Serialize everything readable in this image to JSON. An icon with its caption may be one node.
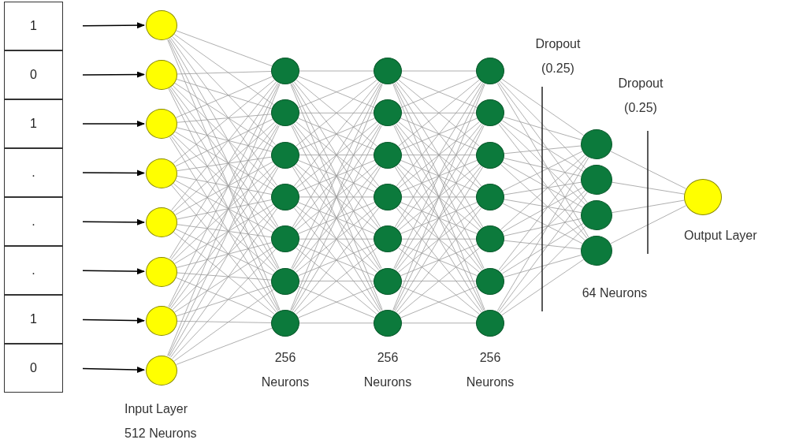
{
  "diagram": {
    "nodes": [
      {
        "text": [
          "1"
        ]
      },
      {
        "text": [
          "0"
        ]
      },
      {
        "text": [
          "1"
        ]
      },
      {
        "text": [
          "."
        ]
      },
      {
        "text": [
          "."
        ]
      },
      {
        "text": [
          "."
        ]
      },
      {
        "text": [
          "1"
        ]
      },
      {
        "text": [
          "0"
        ]
      },
      {
        "text": [],
        "shape": "circle"
      },
      {
        "text": [],
        "shape": "circle"
      },
      {
        "text": [],
        "shape": "circle"
      },
      {
        "text": [],
        "shape": "circle"
      },
      {
        "text": [],
        "shape": "circle"
      },
      {
        "text": [],
        "shape": "circle"
      },
      {
        "text": [],
        "shape": "circle"
      },
      {
        "text": [],
        "shape": "circle"
      },
      {
        "text": [],
        "shape": "circle"
      },
      {
        "text": [],
        "shape": "circle"
      },
      {
        "text": [],
        "shape": "circle"
      },
      {
        "text": [],
        "shape": "circle"
      },
      {
        "text": [],
        "shape": "circle"
      },
      {
        "text": [],
        "shape": "circle"
      },
      {
        "text": [],
        "shape": "circle"
      },
      {
        "text": [],
        "shape": "circle"
      },
      {
        "text": [],
        "shape": "circle"
      },
      {
        "text": [],
        "shape": "circle"
      },
      {
        "text": [],
        "shape": "circle"
      },
      {
        "text": [],
        "shape": "circle"
      },
      {
        "text": [],
        "shape": "circle"
      },
      {
        "text": [],
        "shape": "circle"
      },
      {
        "text": [],
        "shape": "circle"
      },
      {
        "text": [],
        "shape": "circle"
      },
      {
        "text": [],
        "shape": "circle"
      },
      {
        "text": [],
        "shape": "circle"
      },
      {
        "text": [],
        "shape": "circle"
      },
      {
        "text": [],
        "shape": "circle"
      },
      {
        "text": [],
        "shape": "circle"
      },
      {
        "text": [],
        "shape": "circle"
      },
      {
        "text": [],
        "shape": "circle"
      },
      {
        "text": [],
        "shape": "circle"
      },
      {
        "text": [],
        "shape": "circle"
      },
      {
        "text": [],
        "shape": "circle",
        "beside": [
          "Output Layer"
        ]
      }
    ],
    "edges": [
      {
        "from": 0,
        "to": 8,
        "arrow": "to",
        "color": "#000000"
      },
      {
        "from": 1,
        "to": 9,
        "arrow": "to",
        "color": "#000000"
      },
      {
        "from": 2,
        "to": 10,
        "arrow": "to",
        "color": "#000000"
      },
      {
        "from": 3,
        "to": 11,
        "arrow": "to",
        "color": "#000000"
      },
      {
        "from": 4,
        "to": 12,
        "arrow": "to",
        "color": "#000000"
      },
      {
        "from": 5,
        "to": 13,
        "arrow": "to",
        "color": "#000000"
      },
      {
        "from": 6,
        "to": 14,
        "arrow": "to",
        "color": "#000000"
      },
      {
        "from": 7,
        "to": 15,
        "arrow": "to",
        "color": "#000000"
      },
      {
        "from": 8,
        "to": 16,
        "arrow": "none"
      },
      {
        "from": 8,
        "to": 17,
        "arrow": "none"
      },
      {
        "from": 8,
        "to": 18,
        "arrow": "none"
      },
      {
        "from": 8,
        "to": 19,
        "arrow": "none"
      },
      {
        "from": 8,
        "to": 20,
        "arrow": "none"
      },
      {
        "from": 8,
        "to": 21,
        "arrow": "none"
      },
      {
        "from": 8,
        "to": 22,
        "arrow": "none"
      },
      {
        "from": 9,
        "to": 16,
        "arrow": "none"
      },
      {
        "from": 9,
        "to": 17,
        "arrow": "none"
      },
      {
        "from": 9,
        "to": 18,
        "arrow": "none"
      },
      {
        "from": 9,
        "to": 19,
        "arrow": "none"
      },
      {
        "from": 9,
        "to": 20,
        "arrow": "none"
      },
      {
        "from": 9,
        "to": 21,
        "arrow": "none"
      },
      {
        "from": 9,
        "to": 22,
        "arrow": "none"
      },
      {
        "from": 10,
        "to": 16,
        "arrow": "none"
      },
      {
        "from": 10,
        "to": 17,
        "arrow": "none"
      },
      {
        "from": 10,
        "to": 18,
        "arrow": "none"
      },
      {
        "from": 10,
        "to": 19,
        "arrow": "none"
      },
      {
        "from": 10,
        "to": 20,
        "arrow": "none"
      },
      {
        "from": 10,
        "to": 21,
        "arrow": "none"
      },
      {
        "from": 10,
        "to": 22,
        "arrow": "none"
      },
      {
        "from": 11,
        "to": 16,
        "arrow": "none"
      },
      {
        "from": 11,
        "to": 17,
        "arrow": "none"
      },
      {
        "from": 11,
        "to": 18,
        "arrow": "none"
      },
      {
        "from": 11,
        "to": 19,
        "arrow": "none"
      },
      {
        "from": 11,
        "to": 20,
        "arrow": "none"
      },
      {
        "from": 11,
        "to": 21,
        "arrow": "none"
      },
      {
        "from": 11,
        "to": 22,
        "arrow": "none"
      },
      {
        "from": 12,
        "to": 16,
        "arrow": "none"
      },
      {
        "from": 12,
        "to": 17,
        "arrow": "none"
      },
      {
        "from": 12,
        "to": 18,
        "arrow": "none"
      },
      {
        "from": 12,
        "to": 19,
        "arrow": "none"
      },
      {
        "from": 12,
        "to": 20,
        "arrow": "none"
      },
      {
        "from": 12,
        "to": 21,
        "arrow": "none"
      },
      {
        "from": 12,
        "to": 22,
        "arrow": "none"
      },
      {
        "from": 13,
        "to": 16,
        "arrow": "none"
      },
      {
        "from": 13,
        "to": 17,
        "arrow": "none"
      },
      {
        "from": 13,
        "to": 18,
        "arrow": "none"
      },
      {
        "from": 13,
        "to": 19,
        "arrow": "none"
      },
      {
        "from": 13,
        "to": 20,
        "arrow": "none"
      },
      {
        "from": 13,
        "to": 21,
        "arrow": "none"
      },
      {
        "from": 13,
        "to": 22,
        "arrow": "none"
      },
      {
        "from": 14,
        "to": 16,
        "arrow": "none"
      },
      {
        "from": 14,
        "to": 17,
        "arrow": "none"
      },
      {
        "from": 14,
        "to": 18,
        "arrow": "none"
      },
      {
        "from": 14,
        "to": 19,
        "arrow": "none"
      },
      {
        "from": 14,
        "to": 20,
        "arrow": "none"
      },
      {
        "from": 14,
        "to": 21,
        "arrow": "none"
      },
      {
        "from": 14,
        "to": 22,
        "arrow": "none"
      },
      {
        "from": 15,
        "to": 16,
        "arrow": "none"
      },
      {
        "from": 15,
        "to": 17,
        "arrow": "none"
      },
      {
        "from": 15,
        "to": 18,
        "arrow": "none"
      },
      {
        "from": 15,
        "to": 19,
        "arrow": "none"
      },
      {
        "from": 15,
        "to": 20,
        "arrow": "none"
      },
      {
        "from": 15,
        "to": 21,
        "arrow": "none"
      },
      {
        "from": 15,
        "to": 22,
        "arrow": "none"
      },
      {
        "from": 16,
        "to": 23,
        "arrow": "none"
      },
      {
        "from": 16,
        "to": 24,
        "arrow": "none"
      },
      {
        "from": 16,
        "to": 25,
        "arrow": "none"
      },
      {
        "from": 16,
        "to": 26,
        "arrow": "none"
      },
      {
        "from": 16,
        "to": 27,
        "arrow": "none"
      },
      {
        "from": 16,
        "to": 28,
        "arrow": "none"
      },
      {
        "from": 16,
        "to": 29,
        "arrow": "none"
      },
      {
        "from": 17,
        "to": 23,
        "arrow": "none"
      },
      {
        "from": 17,
        "to": 24,
        "arrow": "none"
      },
      {
        "from": 17,
        "to": 25,
        "arrow": "none"
      },
      {
        "from": 17,
        "to": 26,
        "arrow": "none"
      },
      {
        "from": 17,
        "to": 27,
        "arrow": "none"
      },
      {
        "from": 17,
        "to": 28,
        "arrow": "none"
      },
      {
        "from": 17,
        "to": 29,
        "arrow": "none"
      },
      {
        "from": 18,
        "to": 23,
        "arrow": "none"
      },
      {
        "from": 18,
        "to": 24,
        "arrow": "none"
      },
      {
        "from": 18,
        "to": 25,
        "arrow": "none"
      },
      {
        "from": 18,
        "to": 26,
        "arrow": "none"
      },
      {
        "from": 18,
        "to": 27,
        "arrow": "none"
      },
      {
        "from": 18,
        "to": 28,
        "arrow": "none"
      },
      {
        "from": 18,
        "to": 29,
        "arrow": "none"
      },
      {
        "from": 19,
        "to": 23,
        "arrow": "none"
      },
      {
        "from": 19,
        "to": 24,
        "arrow": "none"
      },
      {
        "from": 19,
        "to": 25,
        "arrow": "none"
      },
      {
        "from": 19,
        "to": 26,
        "arrow": "none"
      },
      {
        "from": 19,
        "to": 27,
        "arrow": "none"
      },
      {
        "from": 19,
        "to": 28,
        "arrow": "none"
      },
      {
        "from": 19,
        "to": 29,
        "arrow": "none"
      },
      {
        "from": 20,
        "to": 23,
        "arrow": "none"
      },
      {
        "from": 20,
        "to": 24,
        "arrow": "none"
      },
      {
        "from": 20,
        "to": 25,
        "arrow": "none"
      },
      {
        "from": 20,
        "to": 26,
        "arrow": "none"
      },
      {
        "from": 20,
        "to": 27,
        "arrow": "none"
      },
      {
        "from": 20,
        "to": 28,
        "arrow": "none"
      },
      {
        "from": 20,
        "to": 29,
        "arrow": "none"
      },
      {
        "from": 21,
        "to": 23,
        "arrow": "none"
      },
      {
        "from": 21,
        "to": 24,
        "arrow": "none"
      },
      {
        "from": 21,
        "to": 25,
        "arrow": "none"
      },
      {
        "from": 21,
        "to": 26,
        "arrow": "none"
      },
      {
        "from": 21,
        "to": 27,
        "arrow": "none"
      },
      {
        "from": 21,
        "to": 28,
        "arrow": "none"
      },
      {
        "from": 21,
        "to": 29,
        "arrow": "none"
      },
      {
        "from": 22,
        "to": 23,
        "arrow": "none"
      },
      {
        "from": 22,
        "to": 24,
        "arrow": "none"
      },
      {
        "from": 22,
        "to": 25,
        "arrow": "none"
      },
      {
        "from": 22,
        "to": 26,
        "arrow": "none"
      },
      {
        "from": 22,
        "to": 27,
        "arrow": "none"
      },
      {
        "from": 22,
        "to": 28,
        "arrow": "none"
      },
      {
        "from": 22,
        "to": 29,
        "arrow": "none"
      },
      {
        "from": 23,
        "to": 30,
        "arrow": "none"
      },
      {
        "from": 23,
        "to": 31,
        "arrow": "none"
      },
      {
        "from": 23,
        "to": 32,
        "arrow": "none"
      },
      {
        "from": 23,
        "to": 33,
        "arrow": "none"
      },
      {
        "from": 23,
        "to": 34,
        "arrow": "none"
      },
      {
        "from": 23,
        "to": 35,
        "arrow": "none"
      },
      {
        "from": 23,
        "to": 36,
        "arrow": "none"
      },
      {
        "from": 24,
        "to": 30,
        "arrow": "none"
      },
      {
        "from": 24,
        "to": 31,
        "arrow": "none"
      },
      {
        "from": 24,
        "to": 32,
        "arrow": "none"
      },
      {
        "from": 24,
        "to": 33,
        "arrow": "none"
      },
      {
        "from": 24,
        "to": 34,
        "arrow": "none"
      },
      {
        "from": 24,
        "to": 35,
        "arrow": "none"
      },
      {
        "from": 24,
        "to": 36,
        "arrow": "none"
      },
      {
        "from": 25,
        "to": 30,
        "arrow": "none"
      },
      {
        "from": 25,
        "to": 31,
        "arrow": "none"
      },
      {
        "from": 25,
        "to": 32,
        "arrow": "none"
      },
      {
        "from": 25,
        "to": 33,
        "arrow": "none"
      },
      {
        "from": 25,
        "to": 34,
        "arrow": "none"
      },
      {
        "from": 25,
        "to": 35,
        "arrow": "none"
      },
      {
        "from": 25,
        "to": 36,
        "arrow": "none"
      },
      {
        "from": 26,
        "to": 30,
        "arrow": "none"
      },
      {
        "from": 26,
        "to": 31,
        "arrow": "none"
      },
      {
        "from": 26,
        "to": 32,
        "arrow": "none"
      },
      {
        "from": 26,
        "to": 33,
        "arrow": "none"
      },
      {
        "from": 26,
        "to": 34,
        "arrow": "none"
      },
      {
        "from": 26,
        "to": 35,
        "arrow": "none"
      },
      {
        "from": 26,
        "to": 36,
        "arrow": "none"
      },
      {
        "from": 27,
        "to": 30,
        "arrow": "none"
      },
      {
        "from": 27,
        "to": 31,
        "arrow": "none"
      },
      {
        "from": 27,
        "to": 32,
        "arrow": "none"
      },
      {
        "from": 27,
        "to": 33,
        "arrow": "none"
      },
      {
        "from": 27,
        "to": 34,
        "arrow": "none"
      },
      {
        "from": 27,
        "to": 35,
        "arrow": "none"
      },
      {
        "from": 27,
        "to": 36,
        "arrow": "none"
      },
      {
        "from": 28,
        "to": 30,
        "arrow": "none"
      },
      {
        "from": 28,
        "to": 31,
        "arrow": "none"
      },
      {
        "from": 28,
        "to": 32,
        "arrow": "none"
      },
      {
        "from": 28,
        "to": 33,
        "arrow": "none"
      },
      {
        "from": 28,
        "to": 34,
        "arrow": "none"
      },
      {
        "from": 28,
        "to": 35,
        "arrow": "none"
      },
      {
        "from": 28,
        "to": 36,
        "arrow": "none"
      },
      {
        "from": 29,
        "to": 30,
        "arrow": "none"
      },
      {
        "from": 29,
        "to": 31,
        "arrow": "none"
      },
      {
        "from": 29,
        "to": 32,
        "arrow": "none"
      },
      {
        "from": 29,
        "to": 33,
        "arrow": "none"
      },
      {
        "from": 29,
        "to": 34,
        "arrow": "none"
      },
      {
        "from": 29,
        "to": 35,
        "arrow": "none"
      },
      {
        "from": 29,
        "to": 36,
        "arrow": "none"
      },
      {
        "from": 30,
        "to": 37,
        "arrow": "none"
      },
      {
        "from": 30,
        "to": 38,
        "arrow": "none"
      },
      {
        "from": 30,
        "to": 39,
        "arrow": "none"
      },
      {
        "from": 30,
        "to": 40,
        "arrow": "none"
      },
      {
        "from": 31,
        "to": 37,
        "arrow": "none"
      },
      {
        "from": 31,
        "to": 38,
        "arrow": "none"
      },
      {
        "from": 31,
        "to": 39,
        "arrow": "none"
      },
      {
        "from": 31,
        "to": 40,
        "arrow": "none"
      },
      {
        "from": 32,
        "to": 37,
        "arrow": "none"
      },
      {
        "from": 32,
        "to": 38,
        "arrow": "none"
      },
      {
        "from": 32,
        "to": 39,
        "arrow": "none"
      },
      {
        "from": 32,
        "to": 40,
        "arrow": "none"
      },
      {
        "from": 33,
        "to": 37,
        "arrow": "none"
      },
      {
        "from": 33,
        "to": 38,
        "arrow": "none"
      },
      {
        "from": 33,
        "to": 39,
        "arrow": "none"
      },
      {
        "from": 33,
        "to": 40,
        "arrow": "none"
      },
      {
        "from": 34,
        "to": 37,
        "arrow": "none"
      },
      {
        "from": 34,
        "to": 38,
        "arrow": "none"
      },
      {
        "from": 34,
        "to": 39,
        "arrow": "none"
      },
      {
        "from": 34,
        "to": 40,
        "arrow": "none"
      },
      {
        "from": 35,
        "to": 37,
        "arrow": "none"
      },
      {
        "from": 35,
        "to": 38,
        "arrow": "none"
      },
      {
        "from": 35,
        "to": 39,
        "arrow": "none"
      },
      {
        "from": 35,
        "to": 40,
        "arrow": "none"
      },
      {
        "from": 36,
        "to": 37,
        "arrow": "none"
      },
      {
        "from": 36,
        "to": 38,
        "arrow": "none"
      },
      {
        "from": 36,
        "to": 39,
        "arrow": "none"
      },
      {
        "from": 36,
        "to": 40,
        "arrow": "none"
      },
      {
        "from": 37,
        "to": 41,
        "arrow": "none"
      },
      {
        "from": 38,
        "to": 41,
        "arrow": "none"
      },
      {
        "from": 39,
        "to": 41,
        "arrow": "none"
      },
      {
        "from": 40,
        "to": 41,
        "arrow": "none"
      }
    ],
    "labels": [
      "Dropout (0.25)",
      "Dropout (0.25)",
      "64 Neurons",
      "256 Neurons",
      "256 Neurons",
      "256 Neurons",
      "Input Layer 512 Neurons"
    ]
  }
}
